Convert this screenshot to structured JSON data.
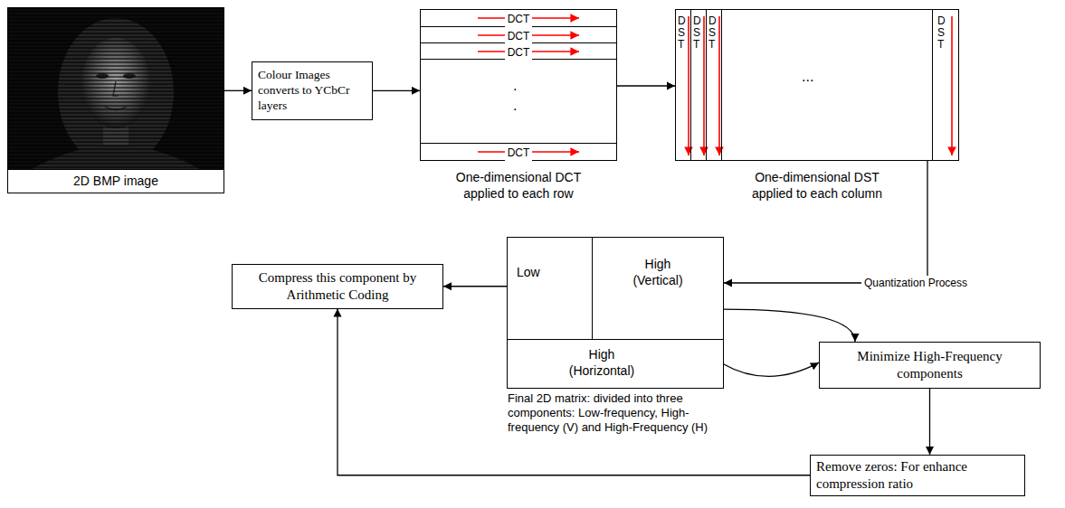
{
  "diagram": {
    "nodes": [
      {
        "text": [
          "2D BMP image"
        ]
      },
      {
        "text": [
          "Colour Images converts to YCbCr layers"
        ]
      },
      {
        "text": [
          "One-dimensional DCT applied to each row"
        ]
      },
      {
        "text": [
          "DCT"
        ],
        "in": 2
      },
      {
        "text": [
          "DCT"
        ],
        "in": 2
      },
      {
        "text": [
          "DCT"
        ],
        "in": 2
      },
      {
        "text": [
          "DCT"
        ],
        "in": 2
      },
      {
        "text": [
          "One-dimensional DST applied to each column"
        ]
      },
      {
        "text": [
          "DST"
        ],
        "in": 7
      },
      {
        "text": [
          "DST"
        ],
        "in": 7
      },
      {
        "text": [
          "DST"
        ],
        "in": 7
      },
      {
        "text": [
          "DST"
        ],
        "in": 7
      },
      {
        "text": [
          "Final 2D matrix: divided into three components: Low-frequency, High-frequency (V) and High-Frequency (H)"
        ]
      },
      {
        "text": [
          "Low"
        ],
        "in": 12
      },
      {
        "text": [
          "High (Vertical)"
        ],
        "in": 12
      },
      {
        "text": [
          "High (Horizontal)"
        ],
        "in": 12
      },
      {
        "text": [
          "Compress this component by Arithmetic Coding"
        ]
      },
      {
        "text": [
          "Minimize High-Frequency components"
        ]
      },
      {
        "text": [
          "Remove zeros: For enhance compression ratio"
        ]
      }
    ],
    "edges": [
      {
        "from": 0,
        "to": 1,
        "arrow": "to"
      },
      {
        "from": 1,
        "to": 2,
        "arrow": "to"
      },
      {
        "from": 2,
        "to": 7,
        "arrow": "to"
      },
      {
        "from": 7,
        "to": 12,
        "label": "Quantization Process",
        "arrow": "to"
      },
      {
        "from": 13,
        "to": 16,
        "arrow": "to"
      },
      {
        "from": 14,
        "to": 17,
        "arrow": "to"
      },
      {
        "from": 15,
        "to": 17,
        "arrow": "to"
      },
      {
        "from": 17,
        "to": 18,
        "arrow": "to"
      },
      {
        "from": 18,
        "to": 16,
        "arrow": "to"
      }
    ],
    "labels": [
      ".",
      ".",
      "..."
    ]
  }
}
